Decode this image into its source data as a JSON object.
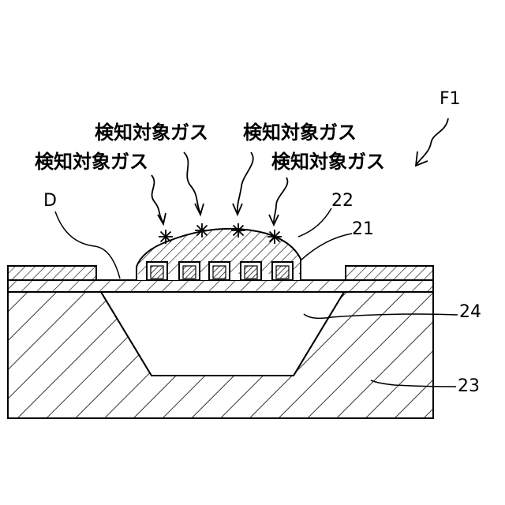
{
  "figure": {
    "id_label": "F1",
    "gas_labels": [
      "検知対象ガス",
      "検知対象ガス",
      "検知対象ガス",
      "検知対象ガス"
    ],
    "ref_labels": {
      "d": "D",
      "r22": "22",
      "r21": "21",
      "r24": "24",
      "r23": "23"
    },
    "line_color": "#000000",
    "background": "#ffffff"
  }
}
